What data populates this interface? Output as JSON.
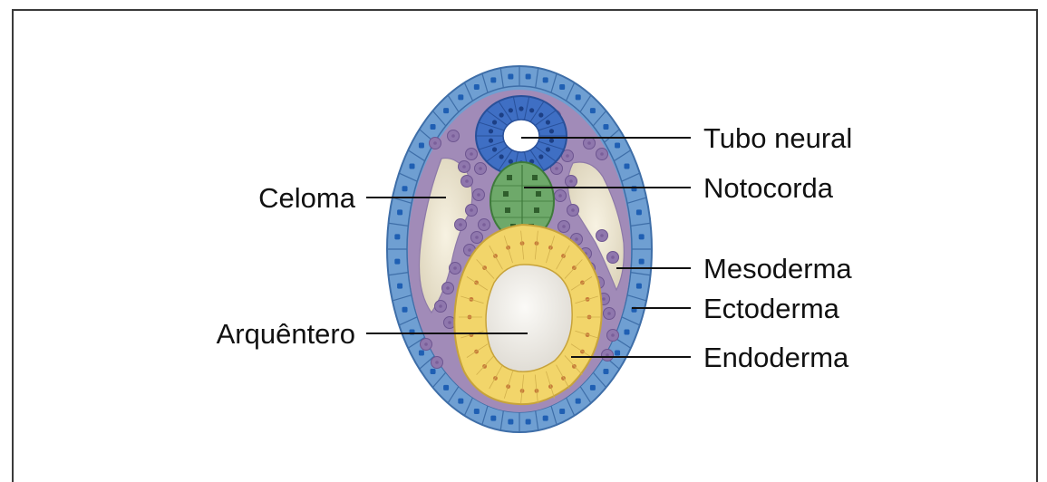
{
  "labels": {
    "tubo_neural": "Tubo neural",
    "notocorda": "Notocorda",
    "celoma": "Celoma",
    "mesoderma": "Mesoderma",
    "ectoderma": "Ectoderma",
    "arquentero": "Arquêntero",
    "endoderma": "Endoderma"
  },
  "colors": {
    "ectoderm": "#6f9fd2",
    "ectoderm_nucleus": "#1f5fb3",
    "mesoderm": "#a18bb8",
    "mesoderm_cell": "#7a5f9a",
    "neural_tube": "#3f6fc4",
    "notochord": "#6ea96a",
    "endoderm": "#f2d56a",
    "endoderm_nucleus": "#c77a3a",
    "coelom": "#ebe4cf",
    "archenteron": "#ebe9e4"
  }
}
